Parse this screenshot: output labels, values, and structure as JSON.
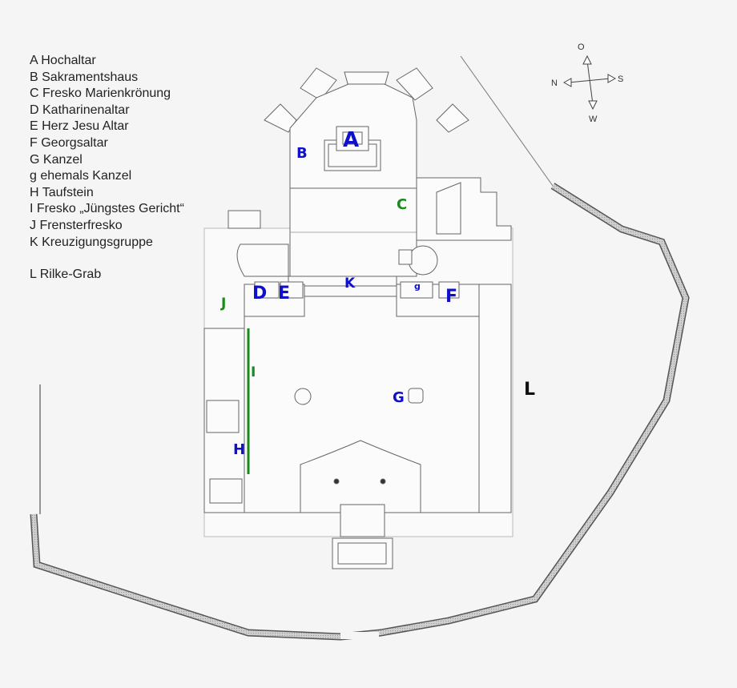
{
  "legend": [
    "A Hochaltar",
    "B Sakramentshaus",
    "C Fresko Marienkrönung",
    "D Katharinenaltar",
    "E Herz Jesu Altar",
    "F Georgsaltar",
    "G Kanzel",
    "g ehemals Kanzel",
    "H Taufstein",
    "I Fresko „Jüngstes Gericht“",
    "J Frensterfresko",
    "K Kreuzigungsgruppe"
  ],
  "legend_extra": "L Rilke-Grab",
  "compass": {
    "north": "N",
    "south": "S",
    "east": "O",
    "west": "W"
  },
  "markers": {
    "A": "A",
    "B": "B",
    "C": "C",
    "D": "D",
    "E": "E",
    "F": "F",
    "G": "G",
    "g": "g",
    "H": "H",
    "I": "I",
    "J": "J",
    "K": "K",
    "L": "L"
  },
  "colors": {
    "altar_marker": "#1010cc",
    "fresco_marker": "#1a8a1a",
    "grave_marker": "#111111",
    "wall_fill": "#c8c8c8"
  }
}
